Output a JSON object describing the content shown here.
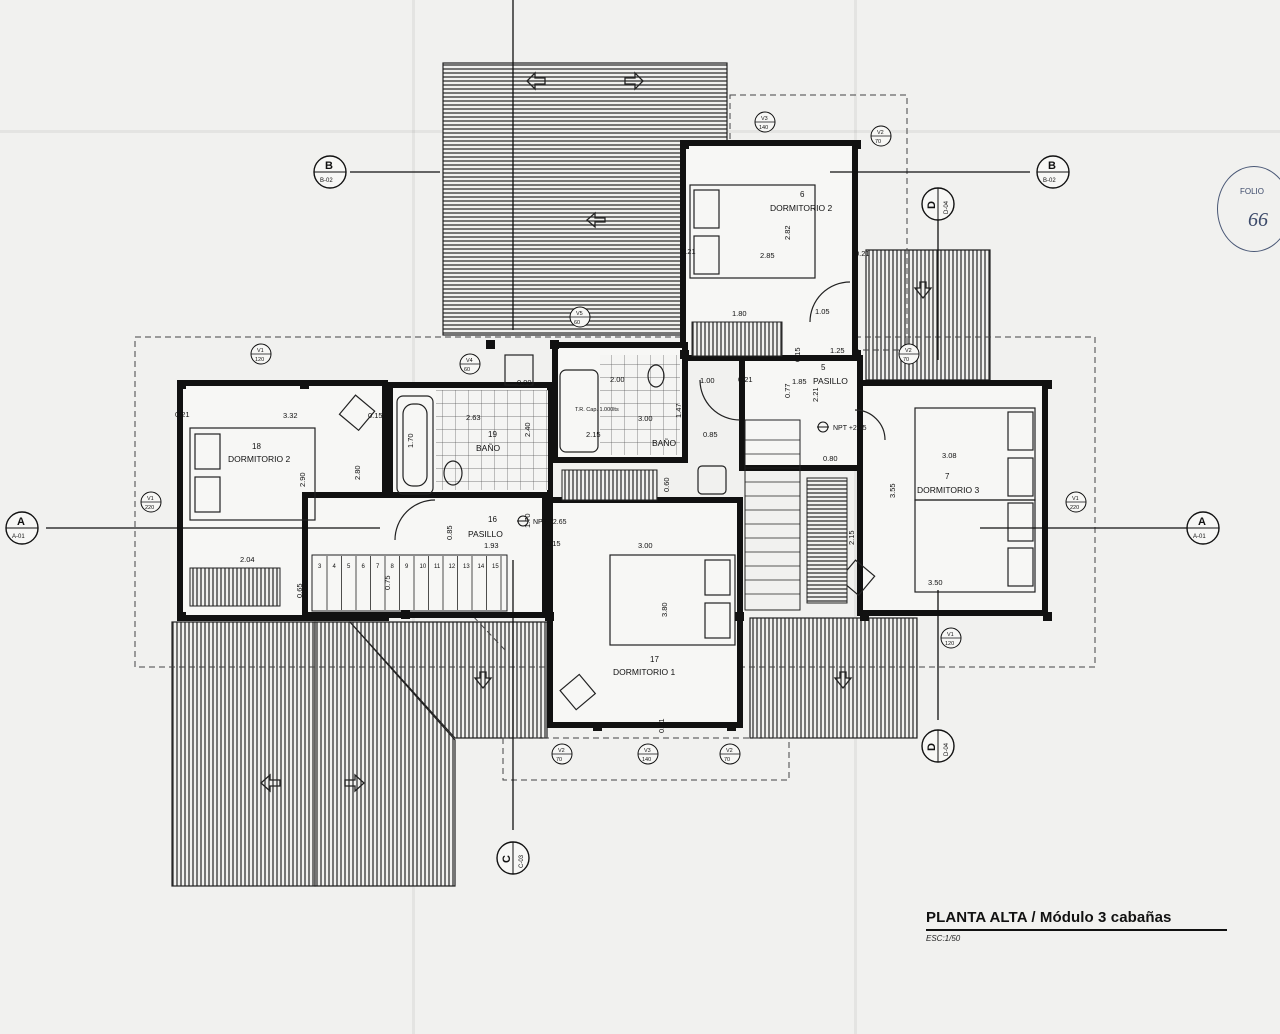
{
  "title": "PLANTA ALTA / Módulo 3 cabañas",
  "scale": "ESC:1/50",
  "stamp": {
    "label": "FOLIO",
    "number": "66"
  },
  "rooms": [
    {
      "id": "r18",
      "number": "18",
      "name": "DORMITORIO 2"
    },
    {
      "id": "r19",
      "number": "19",
      "name": "BAÑO"
    },
    {
      "id": "r16",
      "number": "16",
      "name": "PASILLO"
    },
    {
      "id": "r17",
      "number": "17",
      "name": "DORMITORIO 1"
    },
    {
      "id": "r6",
      "number": "6",
      "name": "DORMITORIO 2"
    },
    {
      "id": "r5",
      "number": "5",
      "name": "PASILLO"
    },
    {
      "id": "r7",
      "number": "7",
      "name": "DORMITORIO 3"
    },
    {
      "id": "bano2",
      "number": "",
      "name": "BAÑO"
    }
  ],
  "section_markers": [
    {
      "id": "a-left",
      "letter": "A",
      "ref": "A-01"
    },
    {
      "id": "a-right",
      "letter": "A",
      "ref": "A-01"
    },
    {
      "id": "b-left",
      "letter": "B",
      "ref": "B-02"
    },
    {
      "id": "b-right",
      "letter": "B",
      "ref": "B-02"
    },
    {
      "id": "c-bottom",
      "letter": "C",
      "ref": "C-03"
    },
    {
      "id": "d-top",
      "letter": "D",
      "ref": "D-04"
    },
    {
      "id": "d-bottom",
      "letter": "D",
      "ref": "D-04"
    }
  ],
  "dimensions": [
    {
      "id": "d332",
      "text": "3.32"
    },
    {
      "id": "d015a",
      "text": "0.15"
    },
    {
      "id": "d021a",
      "text": "0.21"
    },
    {
      "id": "d290",
      "text": "2.90"
    },
    {
      "id": "d280",
      "text": "2.80"
    },
    {
      "id": "d204",
      "text": "2.04"
    },
    {
      "id": "d065",
      "text": "0.65"
    },
    {
      "id": "d170a",
      "text": "1.70"
    },
    {
      "id": "d263",
      "text": "2.63"
    },
    {
      "id": "d240",
      "text": "2.40"
    },
    {
      "id": "d090a",
      "text": "0.90"
    },
    {
      "id": "d075",
      "text": "0.75"
    },
    {
      "id": "d085a",
      "text": "0.85"
    },
    {
      "id": "d193",
      "text": "1.93"
    },
    {
      "id": "d015b",
      "text": "0.15"
    },
    {
      "id": "d170b",
      "text": "1.70"
    },
    {
      "id": "d300a",
      "text": "3.00"
    },
    {
      "id": "d380",
      "text": "3.80"
    },
    {
      "id": "d021b",
      "text": "0.21"
    },
    {
      "id": "d200",
      "text": "2.00"
    },
    {
      "id": "d215a",
      "text": "2.15"
    },
    {
      "id": "d300b",
      "text": "3.00"
    },
    {
      "id": "d147",
      "text": "1.47"
    },
    {
      "id": "d085b",
      "text": "0.85"
    },
    {
      "id": "d060",
      "text": "0.60"
    },
    {
      "id": "d285",
      "text": "2.85"
    },
    {
      "id": "d282",
      "text": "2.82"
    },
    {
      "id": "d180",
      "text": "1.80"
    },
    {
      "id": "d105",
      "text": "1.05"
    },
    {
      "id": "d125",
      "text": "1.25"
    },
    {
      "id": "d185",
      "text": "1.85"
    },
    {
      "id": "d015c",
      "text": "0.15"
    },
    {
      "id": "d077",
      "text": "0.77"
    },
    {
      "id": "d221",
      "text": "2.21"
    },
    {
      "id": "d080",
      "text": "0.80"
    },
    {
      "id": "d308",
      "text": "3.08"
    },
    {
      "id": "d355",
      "text": "3.55"
    },
    {
      "id": "d215b",
      "text": "2.15"
    },
    {
      "id": "d350",
      "text": "3.50"
    },
    {
      "id": "d100",
      "text": "1.00"
    },
    {
      "id": "d021c",
      "text": "0.21"
    },
    {
      "id": "d021d",
      "text": "0.21"
    },
    {
      "id": "d021e",
      "text": "0.21"
    }
  ],
  "levels": [
    {
      "id": "npt1",
      "text": "NPT +2.65"
    },
    {
      "id": "npt2",
      "text": "NPT +2.65"
    }
  ],
  "window_tags": [
    {
      "id": "w1",
      "top": "V1",
      "bottom": "220"
    },
    {
      "id": "w2",
      "top": "V1",
      "bottom": "220"
    },
    {
      "id": "w3",
      "top": "V1",
      "bottom": "120"
    },
    {
      "id": "w4",
      "top": "V2",
      "bottom": "70"
    },
    {
      "id": "w5",
      "top": "V3",
      "bottom": "140"
    },
    {
      "id": "w6",
      "top": "V2",
      "bottom": "70"
    },
    {
      "id": "w7",
      "top": "V3",
      "bottom": "140"
    },
    {
      "id": "w8",
      "top": "V2",
      "bottom": "70"
    },
    {
      "id": "w9",
      "top": "V1",
      "bottom": "120"
    },
    {
      "id": "w10",
      "top": "V2",
      "bottom": "70"
    },
    {
      "id": "w11",
      "top": "V4",
      "bottom": "60"
    },
    {
      "id": "w12",
      "top": "V5",
      "bottom": "60"
    }
  ],
  "stair_steps": [
    "3",
    "4",
    "5",
    "6",
    "7",
    "8",
    "9",
    "10",
    "11",
    "12",
    "13",
    "14",
    "15"
  ],
  "tank_label": "T.R. Cap. 1.000lts"
}
